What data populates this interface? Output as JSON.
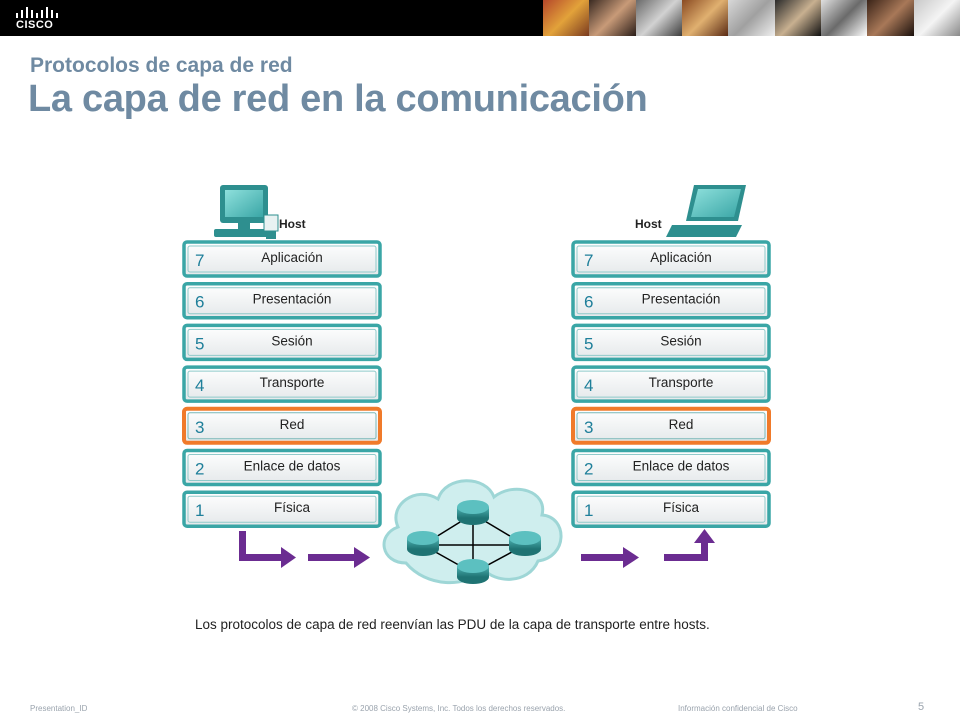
{
  "brand": {
    "logo_text": "CISCO"
  },
  "slide": {
    "subtitle": "Protocolos de capa de red",
    "title": "La capa de red en la comunicación"
  },
  "diagram": {
    "left_host_label": "Host",
    "right_host_label": "Host",
    "layers": [
      {
        "number": "7",
        "name": "Aplicación",
        "highlight": false
      },
      {
        "number": "6",
        "name": "Presentación",
        "highlight": false
      },
      {
        "number": "5",
        "name": "Sesión",
        "highlight": false
      },
      {
        "number": "4",
        "name": "Transporte",
        "highlight": false
      },
      {
        "number": "3",
        "name": "Red",
        "highlight": true
      },
      {
        "number": "2",
        "name": "Enlace de datos",
        "highlight": false
      },
      {
        "number": "1",
        "name": "Física",
        "highlight": false
      }
    ],
    "colors": {
      "layer_border": "#3aa6a6",
      "highlight_border": "#f07a2a",
      "arrow": "#6b2c91",
      "cloud": "#cfeeee",
      "router": "#2e8f8f"
    }
  },
  "caption": "Los protocolos de capa de red reenvían las PDU de la capa de transporte entre hosts.",
  "footer": {
    "left": "Presentation_ID",
    "center": "© 2008 Cisco Systems, Inc. Todos los derechos reservados.",
    "right": "Información confidencial de Cisco",
    "page": "5"
  }
}
